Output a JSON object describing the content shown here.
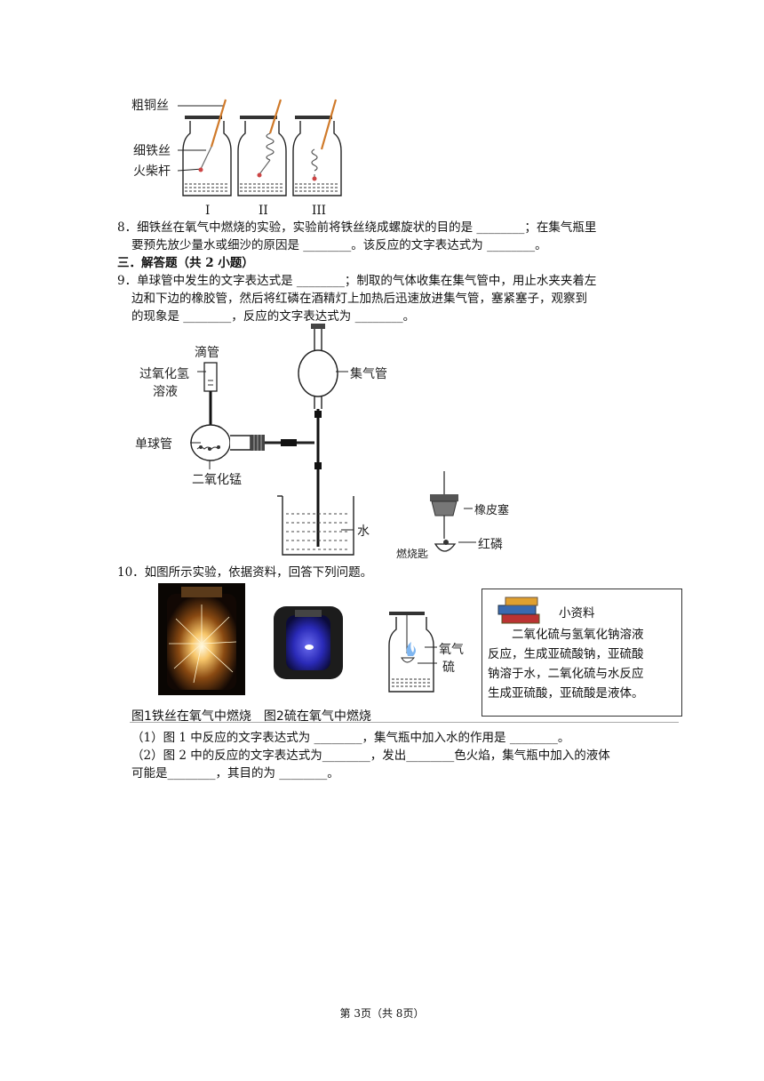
{
  "fig_iron": {
    "labels": {
      "coarse_copper": "粗铜丝",
      "fine_iron": "细铁丝",
      "match": "火柴杆"
    },
    "roman": [
      "I",
      "II",
      "III"
    ]
  },
  "q8": {
    "line1": "8．细铁丝在氧气中燃烧的实验，实验前将铁丝绕成螺旋状的目的是 ________；在集气瓶里",
    "line2": "要预先放少量水或细沙的原因是 ________。该反应的文字表达式为 ________。"
  },
  "section3": {
    "title": "三．解答题（共 2 小题）"
  },
  "q9": {
    "line1": "9．单球管中发生的文字表达式是 ________；制取的气体收集在集气管中，用止水夹夹着左",
    "line2": "边和下边的橡胶管，然后将红磷在酒精灯上加热后迅速放进集气管，塞紧塞子，观察到",
    "line3": "的现象是 ________，反应的文字表达式为 ________。"
  },
  "fig_apparatus": {
    "labels": {
      "dropper": "滴管",
      "h2o2_1": "过氧化氢",
      "h2o2_2": "溶液",
      "gas_tube": "集气管",
      "bulb_tube": "单球管",
      "mno2": "二氧化锰",
      "water": "水",
      "rubber_stopper": "橡皮塞",
      "red_p": "红磷",
      "spoon": "燃烧匙"
    }
  },
  "q10": {
    "intro": "10．如图所示实验，依据资料，回答下列问题。",
    "fig_label_oxygen": "氧气",
    "fig_label_sulfur": "硫",
    "caption": "图1铁丝在氧气中燃烧　图2硫在氧气中燃烧",
    "info_title": "小资料",
    "info_lines": [
      "　　二氧化硫与氢氧化钠溶液",
      "反应，生成亚硫酸钠，亚硫酸",
      "钠溶于水，二氧化硫与水反应",
      "生成亚硫酸，亚硫酸是液体。"
    ],
    "sub1": "（1）图 1 中反应的文字表达式为 ________，集气瓶中加入水的作用是 ________。",
    "sub2": "（2）图 2 中的反应的文字表达式为________，发出________色火焰，集气瓶中加入的液体",
    "sub3": "可能是________，其目的为 ________。"
  },
  "footer": {
    "page": "第 3页（共 8页）"
  }
}
